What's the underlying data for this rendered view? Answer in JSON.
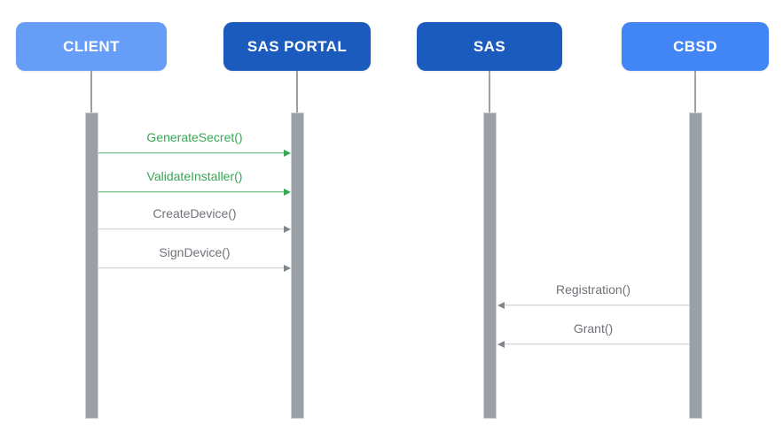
{
  "diagram_type": "sequence-diagram",
  "actors": [
    {
      "label": "CLIENT",
      "color": "#669DF6"
    },
    {
      "label": "SAS PORTAL",
      "color": "#1A5BBD"
    },
    {
      "label": "SAS",
      "color": "#1A5BBD"
    },
    {
      "label": "CBSD",
      "color": "#4285F4"
    }
  ],
  "messages": [
    {
      "label": "GenerateSecret()",
      "from": "CLIENT",
      "to": "SAS PORTAL",
      "direction": "right",
      "color": "#34A853"
    },
    {
      "label": "ValidateInstaller()",
      "from": "CLIENT",
      "to": "SAS PORTAL",
      "direction": "right",
      "color": "#34A853"
    },
    {
      "label": "CreateDevice()",
      "from": "CLIENT",
      "to": "SAS PORTAL",
      "direction": "right",
      "color": "#80868B"
    },
    {
      "label": "SignDevice()",
      "from": "CLIENT",
      "to": "SAS PORTAL",
      "direction": "right",
      "color": "#80868B"
    },
    {
      "label": "Registration()",
      "from": "CBSD",
      "to": "SAS",
      "direction": "left",
      "color": "#80868B"
    },
    {
      "label": "Grant()",
      "from": "CBSD",
      "to": "SAS",
      "direction": "left",
      "color": "#80868B"
    }
  ],
  "colors": {
    "activation_bar": "#9AA0A6",
    "lifeline": "#9AA0A6",
    "green_message": "#34A853",
    "gray_message_text": "#6E737A",
    "gray_arrow": "#80868B",
    "actor_text": "#FFFFFF"
  }
}
